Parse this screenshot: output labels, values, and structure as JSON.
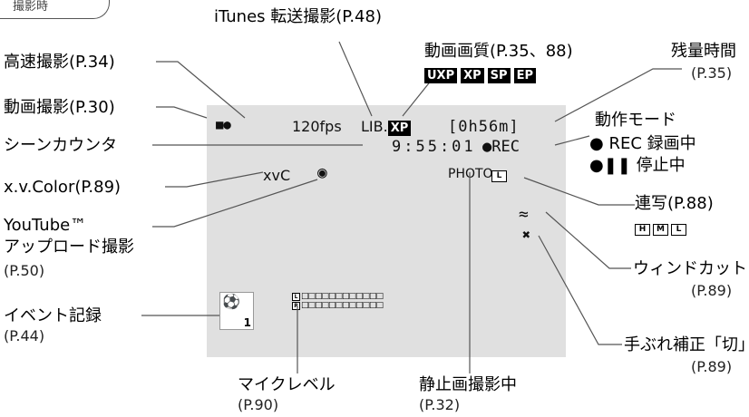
{
  "tab": {
    "label": "撮影時"
  },
  "labels": {
    "itunes": "iTunes 転送撮影(P.48)",
    "quality_title": "動画画質(P.35、88)",
    "quality_modes": [
      "UXP",
      "XP",
      "SP",
      "EP"
    ],
    "remaining_title": "残量時間",
    "remaining_ref": "(P.35)",
    "high_speed": "高速撮影(P.34)",
    "video_shoot": "動画撮影(P.30)",
    "scene_counter": "シーンカウンタ",
    "xvcolor": "x.v.Color(P.89)",
    "youtube_1": "YouTube™",
    "youtube_2": "アップロード撮影",
    "youtube_ref": "(P.50)",
    "event_title": "イベント記録",
    "event_ref": "(P.44)",
    "mode_title": "動作モード",
    "mode_rec": "REC",
    "mode_rec_desc": "録画中",
    "mode_pause_desc": "停止中",
    "burst_title": "連写(P.88)",
    "burst_modes": [
      "H",
      "M",
      "L"
    ],
    "wind_title": "ウィンドカット",
    "wind_ref": "(P.89)",
    "shake_title": "手ぶれ補正「切」",
    "shake_ref": "(P.89)",
    "mic_title": "マイクレベル",
    "mic_ref": "(P.90)",
    "still_title": "静止画撮影中",
    "still_ref": "(P.32)"
  },
  "osd": {
    "fps": "120fps",
    "lib": "LIB.",
    "lib_quality": "XP",
    "remaining": "[0h56m]",
    "counter": "9:55:01",
    "rec": "●REC",
    "xvc": "xvC",
    "photo": "PHOTO",
    "event_number": "1",
    "mic_channels": [
      "L",
      "R"
    ]
  },
  "colors": {
    "screen": "#e0e0e0",
    "line": "#555555"
  }
}
